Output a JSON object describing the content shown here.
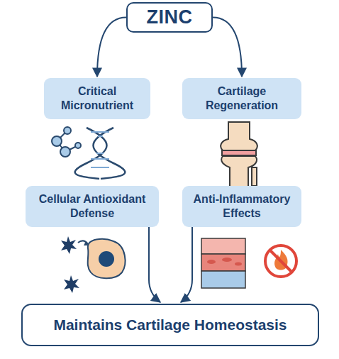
{
  "diagram": {
    "nodes": [
      {
        "text": [
          "ZINC"
        ]
      },
      {
        "text": [
          "Critical Micronutrient"
        ]
      },
      {
        "text": [
          "Cartilage Regeneration"
        ]
      },
      {
        "text": [
          "Cellular Antioxidant Defense"
        ]
      },
      {
        "text": [
          "Anti-Inflammatory Effects"
        ]
      },
      {
        "text": [
          "Maintains Cartilage Homeostasis"
        ]
      }
    ],
    "edges": [
      {
        "from": 0,
        "to": 1,
        "arrow": "to"
      },
      {
        "from": 0,
        "to": 2,
        "arrow": "to"
      },
      {
        "from": 3,
        "to": 5,
        "arrow": "to"
      },
      {
        "from": 4,
        "to": 5,
        "arrow": "to"
      }
    ]
  }
}
